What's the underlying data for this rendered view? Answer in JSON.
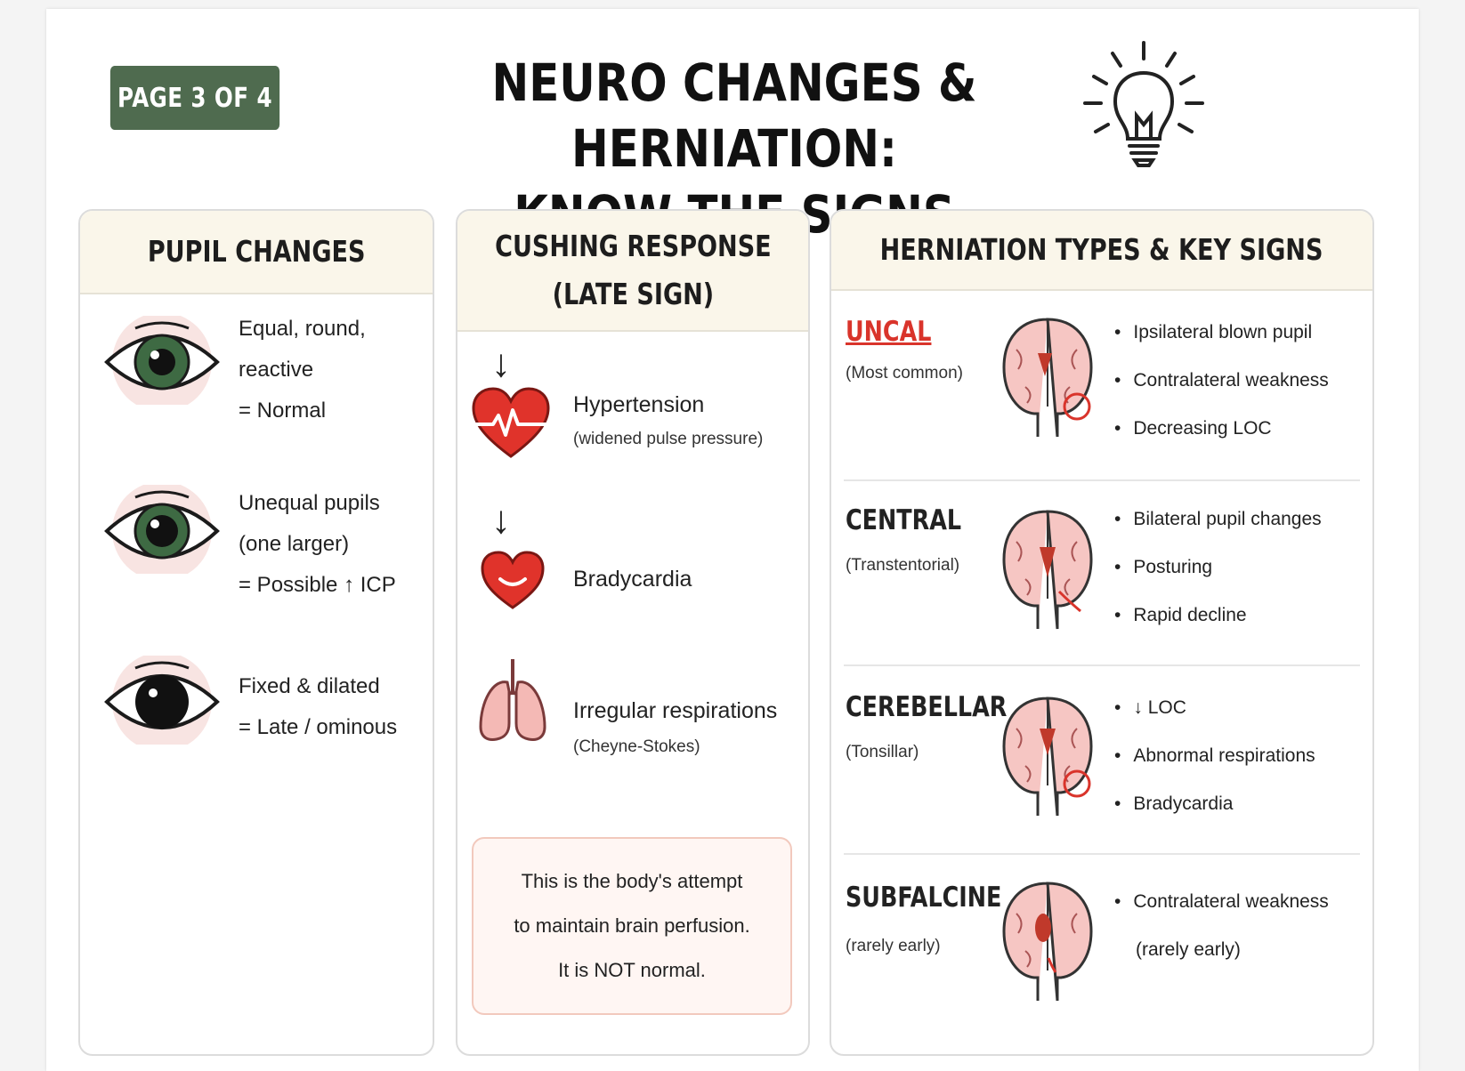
{
  "badge": "PAGE 3 OF 4",
  "title": {
    "line1": "NEURO CHANGES & HERNIATION:",
    "line2": "KNOW THE SIGNS"
  },
  "icons": {
    "title": "lightbulb-icon",
    "pupils": [
      "normal-eye-icon",
      "unequal-eye-icon",
      "dilated-eye-icon"
    ],
    "cushing": [
      "heart-pulse-icon",
      "heart-slow-icon",
      "lungs-icon"
    ],
    "herniation": "brain-icon"
  },
  "colors": {
    "badge": "#4f6b4f",
    "accent_red": "#d9342b",
    "header_bg": "#faf6ea",
    "iris_green": "#3e6a43",
    "note_border": "#f2c9bd"
  },
  "pupil": {
    "heading": "PUPIL CHANGES",
    "items": [
      {
        "lines": [
          "Equal, round,",
          "reactive",
          "= Normal"
        ]
      },
      {
        "lines": [
          "Unequal pupils",
          "(one larger)",
          "= Possible ↑ ICP"
        ]
      },
      {
        "lines": [
          "Fixed & dilated",
          "= Late / ominous"
        ]
      }
    ]
  },
  "cushing": {
    "heading_line1": "CUSHING RESPONSE",
    "heading_line2": "(LATE SIGN)",
    "arrow": "↓",
    "items": [
      {
        "label": "Hypertension",
        "sub": "(widened pulse pressure)"
      },
      {
        "label": "Bradycardia",
        "sub": ""
      },
      {
        "label": "Irregular respirations",
        "sub": "(Cheyne-Stokes)"
      }
    ],
    "note": [
      "This is the body's attempt",
      "to maintain brain perfusion.",
      "It is NOT normal."
    ]
  },
  "herniation": {
    "heading": "HERNIATION TYPES & KEY SIGNS",
    "types": [
      {
        "name": "UNCAL",
        "sub": "(Most common)",
        "signs": [
          "Ipsilateral blown pupil",
          "Contralateral weakness",
          "Decreasing LOC"
        ]
      },
      {
        "name": "CENTRAL",
        "sub": "(Transtentorial)",
        "signs": [
          "Bilateral pupil changes",
          "Posturing",
          "Rapid decline"
        ]
      },
      {
        "name": "CEREBELLAR",
        "sub": "(Tonsillar)",
        "signs": [
          "↓ LOC",
          "Abnormal respirations",
          "Bradycardia"
        ]
      },
      {
        "name": "SUBFALCINE",
        "sub": "(rarely early)",
        "signs": [
          "Contralateral weakness",
          "(rarely early)"
        ]
      }
    ]
  }
}
